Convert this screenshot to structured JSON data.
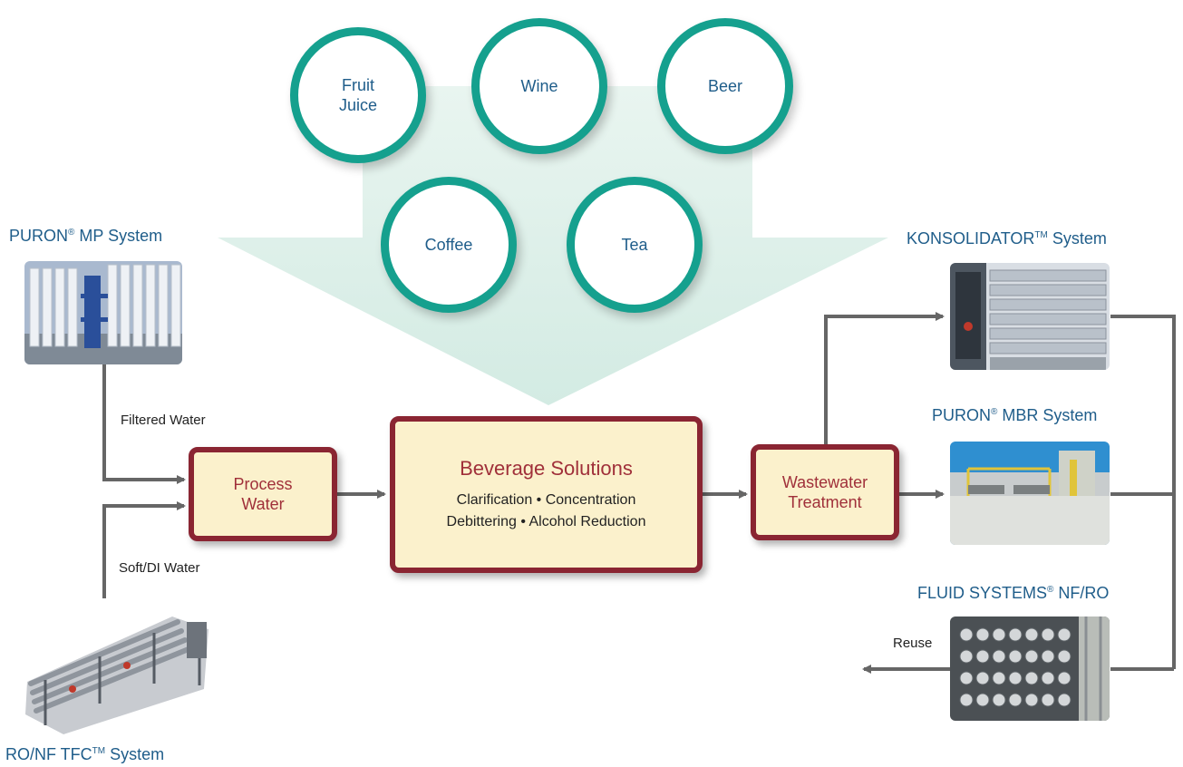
{
  "beverages": {
    "fruit_juice": "Fruit\nJuice",
    "wine": "Wine",
    "beer": "Beer",
    "coffee": "Coffee",
    "tea": "Tea"
  },
  "process_water": {
    "title": "Process\nWater"
  },
  "beverage_solutions": {
    "title": "Beverage Solutions",
    "line1": "Clarification • Concentration",
    "line2": "Debittering • Alcohol Reduction"
  },
  "wastewater": {
    "title": "Wastewater\nTreatment"
  },
  "systems": {
    "puron_mp": {
      "name": "PURON",
      "mark": "®",
      "suffix": " MP System"
    },
    "ro_nf": {
      "name": "RO/NF TFC",
      "mark": "TM",
      "suffix": " System"
    },
    "konsolidator": {
      "name": "KONSOLIDATOR",
      "mark": "TM",
      "suffix": " System"
    },
    "puron_mbr": {
      "name": "PURON",
      "mark": "®",
      "suffix": " MBR System"
    },
    "fluid_systems": {
      "name": "FLUID SYSTEMS",
      "mark": "®",
      "suffix": " NF/RO"
    }
  },
  "flows": {
    "filtered_water": "Filtered Water",
    "soft_di_water": "Soft/DI Water",
    "reuse": "Reuse"
  },
  "colors": {
    "circle_border": "#15a08e",
    "box_border": "#8a2532",
    "box_fill": "#fbf1cc",
    "funnel": "#dcefe8",
    "arrow": "#666666",
    "label_text": "#1f5d8a"
  }
}
